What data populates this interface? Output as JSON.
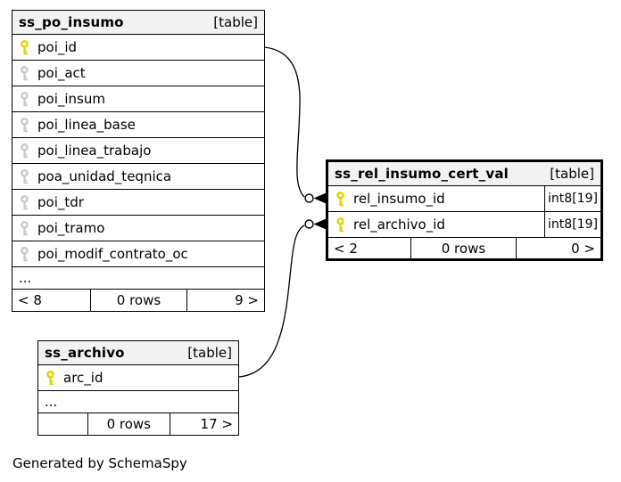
{
  "note": "Generated by SchemaSpy",
  "tables": [
    {
      "title": "ss_po_insumo",
      "badge": "[table]",
      "columns": [
        {
          "name": "poi_id",
          "key": "primary"
        },
        {
          "name": "poi_act",
          "key": "index"
        },
        {
          "name": "poi_insum",
          "key": "index"
        },
        {
          "name": "poi_linea_base",
          "key": "index"
        },
        {
          "name": "poi_linea_trabajo",
          "key": "index"
        },
        {
          "name": "poa_unidad_teqnica",
          "key": "index"
        },
        {
          "name": "poi_tdr",
          "key": "index"
        },
        {
          "name": "poi_tramo",
          "key": "index"
        },
        {
          "name": "poi_modif_contrato_oc",
          "key": "index"
        }
      ],
      "ellipsis": "...",
      "footer": {
        "left": "< 8",
        "center": "0 rows",
        "right": "9 >"
      }
    },
    {
      "title": "ss_rel_insumo_cert_val",
      "badge": "[table]",
      "columns": [
        {
          "name": "rel_insumo_id",
          "key": "primary",
          "type": "int8[19]"
        },
        {
          "name": "rel_archivo_id",
          "key": "primary",
          "type": "int8[19]"
        }
      ],
      "footer": {
        "left": "< 2",
        "center": "0 rows",
        "right": "0 >"
      }
    },
    {
      "title": "ss_archivo",
      "badge": "[table]",
      "columns": [
        {
          "name": "arc_id",
          "key": "primary"
        }
      ],
      "ellipsis": "...",
      "footer": {
        "left": "",
        "center": "0 rows",
        "right": "17 >"
      }
    }
  ],
  "relationships": [
    {
      "from": "ss_po_insumo.poi_id",
      "to": "ss_rel_insumo_cert_val.rel_insumo_id",
      "end_style": "zero-or-many (circle + crow)"
    },
    {
      "from": "ss_archivo.arc_id",
      "to": "ss_rel_insumo_cert_val.rel_archivo_id",
      "end_style": "zero-or-many (circle + crow)"
    }
  ],
  "colors": {
    "primary_key_icon": "#ddd400",
    "secondary_key_icon": "#c9c9c9",
    "header_bg": "#f2f2f2",
    "border": "#000000",
    "background": "#ffffff"
  }
}
